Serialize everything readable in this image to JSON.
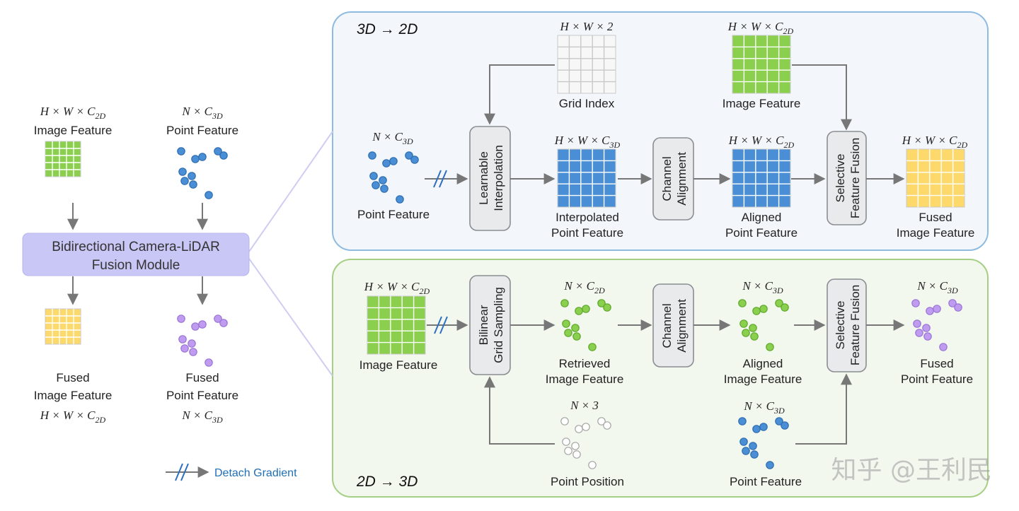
{
  "left": {
    "image_feature": {
      "dim": "H × W × C",
      "sub": "2D",
      "label": "Image Feature"
    },
    "point_feature": {
      "dim": "N × C",
      "sub": "3D",
      "label": "Point Feature"
    },
    "module": {
      "line1": "Bidirectional Camera-LiDAR",
      "line2": "Fusion Module"
    },
    "fused_image": {
      "line1": "Fused",
      "line2": "Image Feature",
      "dim": "H × W × C",
      "sub": "2D"
    },
    "fused_point": {
      "line1": "Fused",
      "line2": "Point Feature",
      "dim": "N × C",
      "sub": "3D"
    },
    "legend": {
      "label": "Detach Gradient"
    }
  },
  "top_panel": {
    "title": "3D → 2D",
    "grid_index": {
      "dim": "H × W × 2",
      "label": "Grid Index"
    },
    "image_feature": {
      "dim": "H × W × C",
      "sub": "2D",
      "label": "Image Feature"
    },
    "point_feature": {
      "dim": "N × C",
      "sub": "3D",
      "label": "Point Feature"
    },
    "interp_box": {
      "line1": "Learnable",
      "line2": "Interpolation"
    },
    "interpolated": {
      "dim": "H × W × C",
      "sub": "3D",
      "line1": "Interpolated",
      "line2": "Point Feature"
    },
    "channel_box": {
      "line1": "Channel",
      "line2": "Alignment"
    },
    "aligned": {
      "dim": "H × W × C",
      "sub": "2D",
      "line1": "Aligned",
      "line2": "Point Feature"
    },
    "selective_box": {
      "line1": "Selective",
      "line2": "Feature Fusion"
    },
    "fused": {
      "dim": "H × W × C",
      "sub": "2D",
      "line1": "Fused",
      "line2": "Image Feature"
    }
  },
  "bottom_panel": {
    "title": "2D → 3D",
    "image_feature": {
      "dim": "H × W × C",
      "sub": "2D",
      "label": "Image Feature"
    },
    "sampling_box": {
      "line1": "Bilinear",
      "line2": "Grid Sampling"
    },
    "retrieved": {
      "dim": "N × C",
      "sub": "2D",
      "line1": "Retrieved",
      "line2": "Image Feature"
    },
    "channel_box": {
      "line1": "Channel",
      "line2": "Alignment"
    },
    "aligned": {
      "dim": "N × C",
      "sub": "3D",
      "line1": "Aligned",
      "line2": "Image Feature"
    },
    "selective_box": {
      "line1": "Selective",
      "line2": "Feature Fusion"
    },
    "fused": {
      "dim": "N × C",
      "sub": "3D",
      "line1": "Fused",
      "line2": "Point Feature"
    },
    "point_position": {
      "dim": "N × 3",
      "label": "Point Position"
    },
    "point_feature": {
      "dim": "N × C",
      "sub": "3D",
      "label": "Point Feature"
    }
  },
  "watermark": "知乎 @王利民",
  "colors": {
    "green": "#8ad04e",
    "blue": "#4a8fd6",
    "yellow": "#fcd96a",
    "purple": "#c09cf0",
    "module": "#c9c7f5",
    "top_panel_fill": "#f3f7fb",
    "top_panel_stroke": "#8fbbe0",
    "bottom_panel_fill": "#f3f8ef",
    "bottom_panel_stroke": "#a6cf86",
    "box_fill": "#e8eaec",
    "box_stroke": "#8a8e92"
  }
}
